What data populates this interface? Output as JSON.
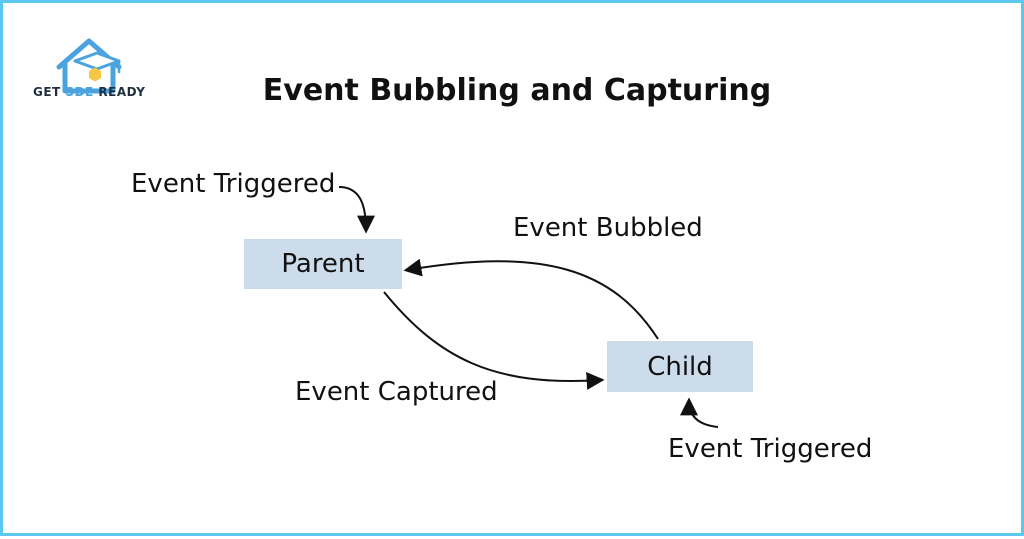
{
  "logo": {
    "text_part1": "GET ",
    "text_part2": "SDE",
    "text_part3": " READY",
    "colors": {
      "primary": "#4aa3df",
      "accent": "#f6c744",
      "text": "#1f2f3f"
    }
  },
  "title": "Event Bubbling and Capturing",
  "nodes": {
    "parent": "Parent",
    "child": "Child"
  },
  "labels": {
    "parent_triggered": "Event Triggered",
    "bubbled": "Event Bubbled",
    "captured": "Event Captured",
    "child_triggered": "Event Triggered"
  },
  "colors": {
    "border": "#5cc8ee",
    "node_fill": "#cddcea",
    "arrow": "#111111"
  }
}
